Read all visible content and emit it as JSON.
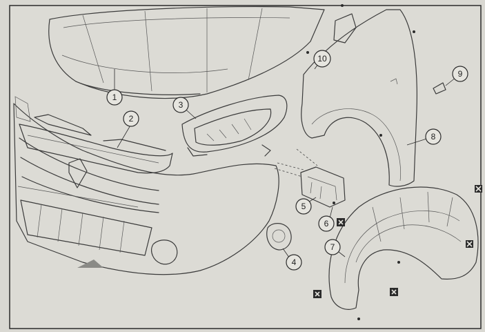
{
  "diagram": {
    "callouts": [
      {
        "label": "1"
      },
      {
        "label": "2"
      },
      {
        "label": "3"
      },
      {
        "label": "4"
      },
      {
        "label": "5"
      },
      {
        "label": "6"
      },
      {
        "label": "7"
      },
      {
        "label": "8"
      },
      {
        "label": "9"
      },
      {
        "label": "10"
      }
    ],
    "marker_icon": "x-box-icon",
    "colors": {
      "background": "#d9d8d2",
      "ink": "#2b2b2b"
    }
  }
}
